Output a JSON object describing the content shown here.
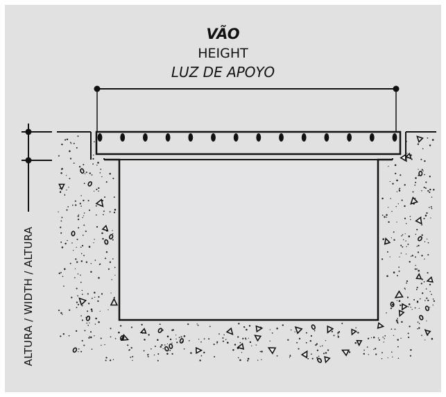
{
  "labels": {
    "span": "VÃO",
    "height": "HEIGHT",
    "luz": "LUZ DE APOYO",
    "side": "ALTURA / WIDTH / ALTURA"
  },
  "colors": {
    "background": "#e1e1e2",
    "ink": "#111111",
    "pit": "#e4e4e6"
  },
  "rebar_count": 14
}
